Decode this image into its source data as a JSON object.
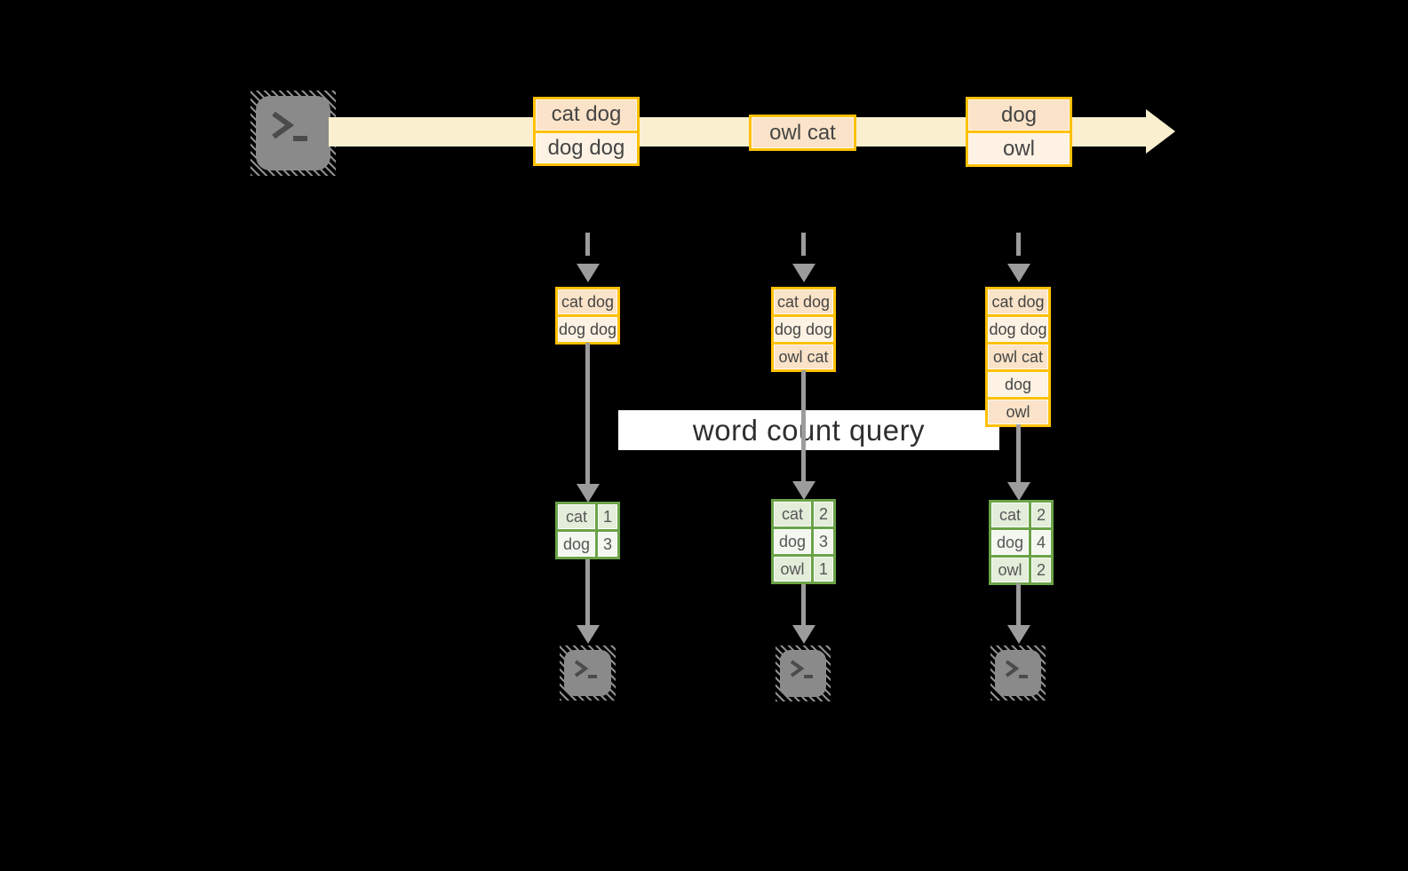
{
  "diagram": {
    "query_label": "word count query"
  },
  "stream": {
    "source_icon": "terminal",
    "batches": [
      {
        "lines": [
          "cat dog",
          "dog dog"
        ]
      },
      {
        "lines": [
          "owl cat"
        ]
      },
      {
        "lines": [
          "dog",
          "owl"
        ]
      }
    ]
  },
  "micro_batch_inputs": [
    {
      "lines": [
        "cat dog",
        "dog dog"
      ]
    },
    {
      "lines": [
        "cat dog",
        "dog dog",
        "owl cat"
      ]
    },
    {
      "lines": [
        "cat dog",
        "dog dog",
        "owl cat",
        "dog",
        "owl"
      ]
    }
  ],
  "count_tables": [
    {
      "rows": [
        {
          "word": "cat",
          "count": "1"
        },
        {
          "word": "dog",
          "count": "3"
        }
      ]
    },
    {
      "rows": [
        {
          "word": "cat",
          "count": "2"
        },
        {
          "word": "dog",
          "count": "3"
        },
        {
          "word": "owl",
          "count": "1"
        }
      ]
    },
    {
      "rows": [
        {
          "word": "cat",
          "count": "2"
        },
        {
          "word": "dog",
          "count": "4"
        },
        {
          "word": "owl",
          "count": "2"
        }
      ]
    }
  ],
  "colors": {
    "background": "#000000",
    "stream_band": "#FAF0CF",
    "box_border": "#FFC000",
    "box_fill_dark": "#FAE3C8",
    "box_fill_light": "#FDF2E3",
    "table_border": "#6AA347",
    "table_cell_dark": "#E3EDDA",
    "table_cell_light": "#F3F7EF",
    "arrow_gray": "#9C9C9C"
  }
}
